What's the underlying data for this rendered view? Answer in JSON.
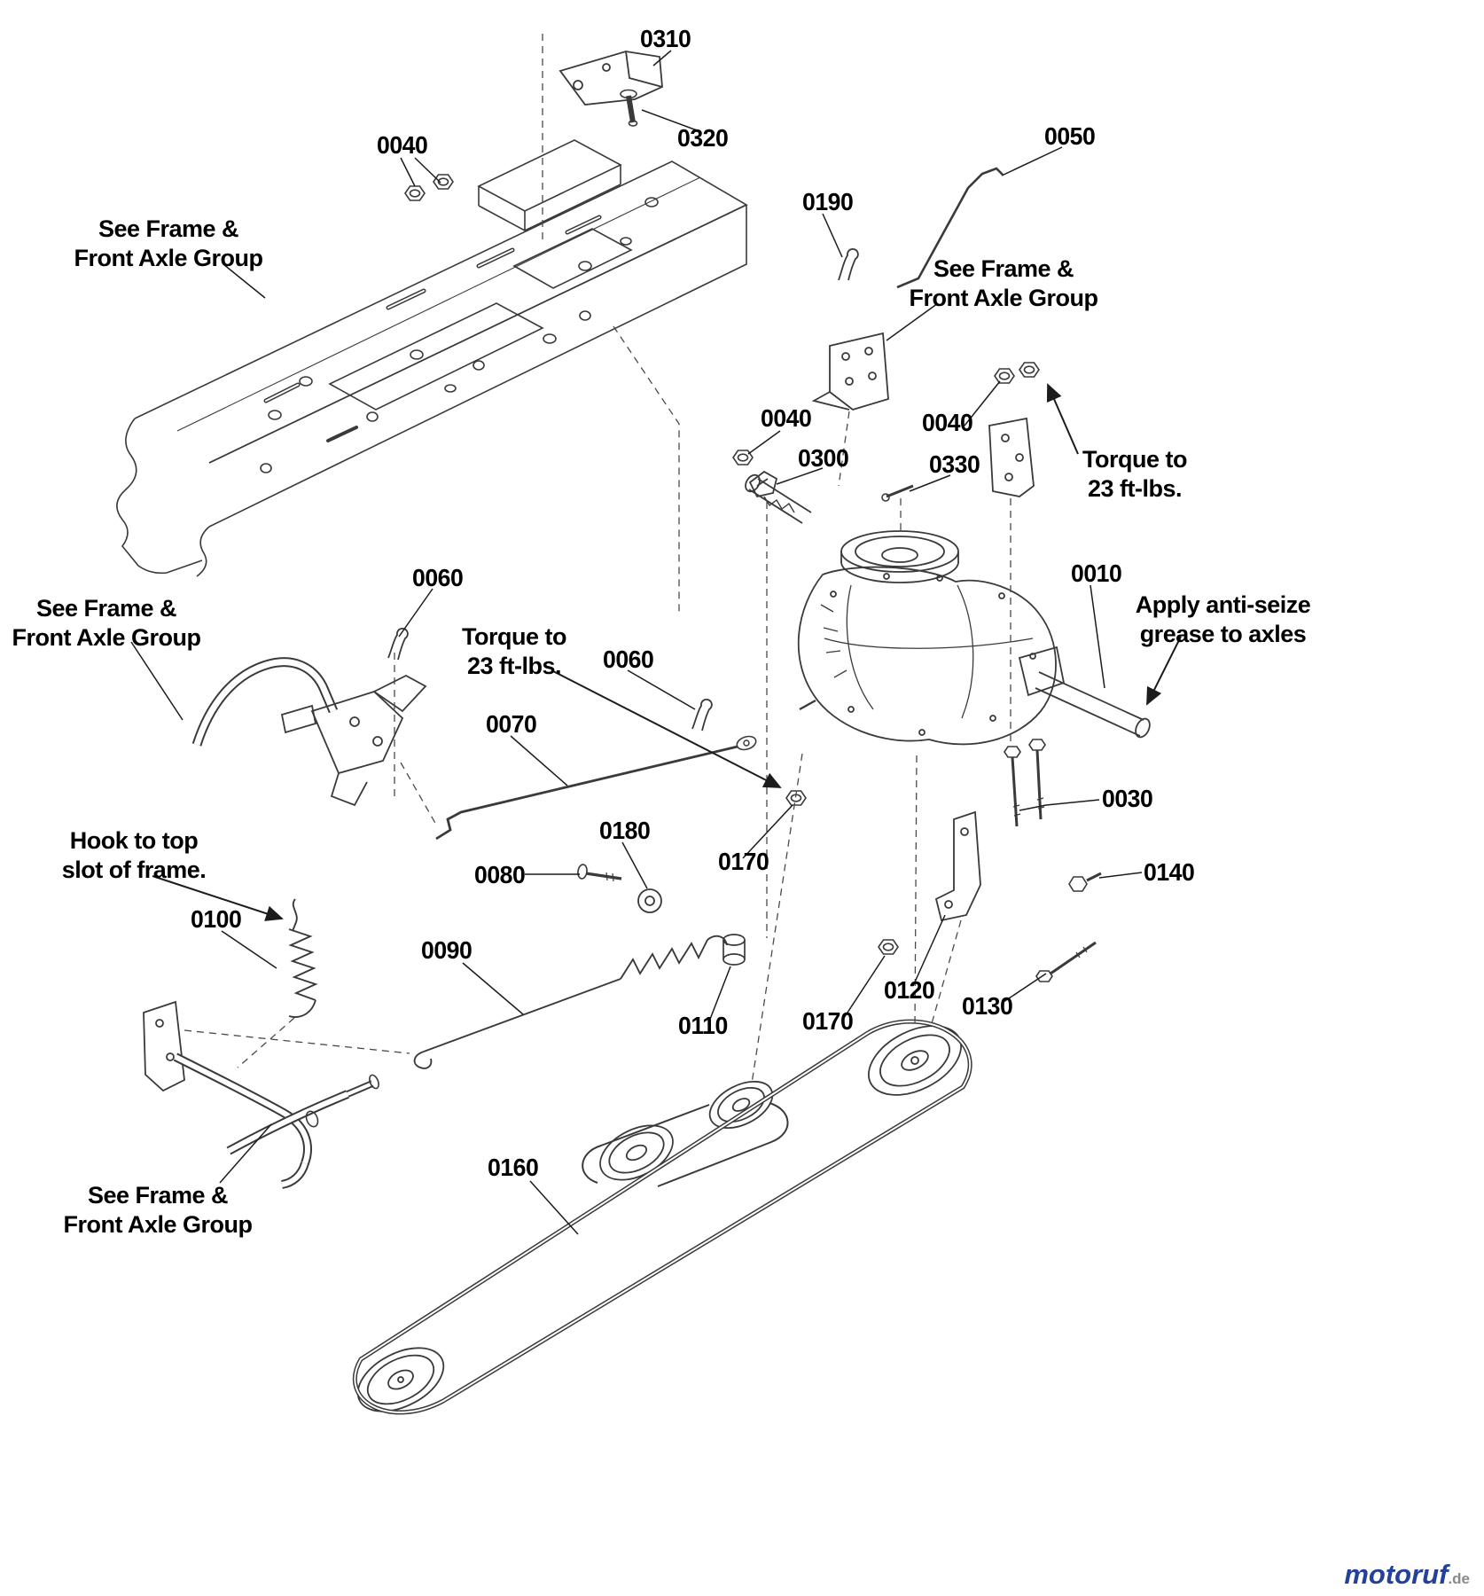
{
  "diagram": {
    "kind": "exploded-parts-diagram",
    "subject": "Tractor transmission / transaxle group",
    "line_color": "#3a3a3a",
    "background": "#ffffff"
  },
  "labels": {
    "p0310": "0310",
    "p0320": "0320",
    "p0040a": "0040",
    "p0050": "0050",
    "p0190": "0190",
    "p0040b": "0040",
    "p0040c": "0040",
    "p0300": "0300",
    "p0330": "0330",
    "p0060a": "0060",
    "p0010": "0010",
    "p0060b": "0060",
    "p0070": "0070",
    "p0030": "0030",
    "p0180": "0180",
    "p0080": "0080",
    "p0170a": "0170",
    "p0140": "0140",
    "p0100": "0100",
    "p0090": "0090",
    "p0110": "0110",
    "p0170b": "0170",
    "p0120": "0120",
    "p0130": "0130",
    "p0160": "0160"
  },
  "annotations": {
    "see_frame_top_left": "See Frame &\nFront Axle Group",
    "see_frame_right": "See Frame &\nFront Axle Group",
    "torque_right": "Torque to\n23 ft-lbs.",
    "see_frame_mid_left": "See Frame &\nFront Axle Group",
    "torque_center": "Torque to\n23 ft-lbs.",
    "anti_seize": "Apply anti-seize\ngrease to axles",
    "hook_note": "Hook to top\nslot of frame.",
    "see_frame_bottom_left": "See Frame &\nFront Axle Group"
  },
  "watermark": {
    "brand": "motoruf",
    "suffix": ".de",
    "brand_color": "#23409a",
    "suffix_color": "#8a8a8a"
  }
}
